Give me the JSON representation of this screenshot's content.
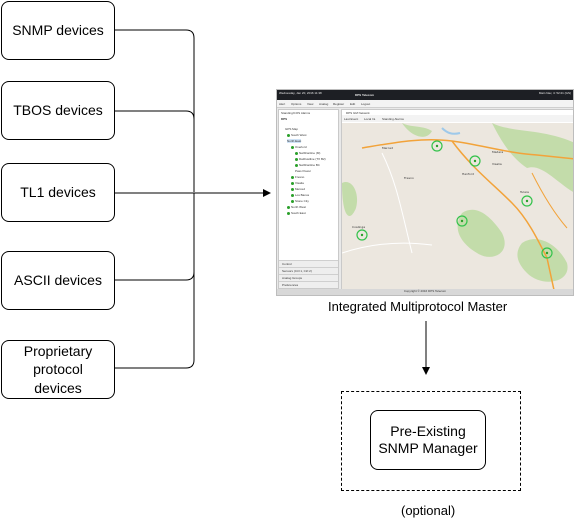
{
  "devices": [
    {
      "label": "SNMP devices"
    },
    {
      "label": "TBOS devices"
    },
    {
      "label": "TL1 devices"
    },
    {
      "label": "ASCII devices"
    },
    {
      "label": "Proprietary protocol devices"
    }
  ],
  "master": {
    "caption": "Integrated Multiprotocol Master",
    "screenshot": {
      "top_bar_left": "Wednesday, Jan 20, 2016 11:38",
      "top_bar_brand": "DPS Telecom",
      "top_bar_right": "Main Nav, 4: 52:21 (GS)",
      "menu": [
        "Alert",
        "Options",
        "View",
        "Analog",
        "Register",
        "Edit",
        "Logout"
      ],
      "tree_header": "Standing/COS Alarms",
      "tree_title": "DPS",
      "tree_items": [
        "GPS Map",
        "South West",
        "North East",
        "Overlord",
        "Nwilfcanline (M)",
        "DatDustline (TX B2)",
        "Nwilfcanline B4",
        "Pass Power",
        "Fresno",
        "Visalia",
        "Merced",
        "Los Banos",
        "Stone City",
        "North West",
        "South East"
      ],
      "accordions": [
        "Control",
        "Sensors (Ctrl 1, Ctrl 2)",
        "Analog Groups",
        "Preferences"
      ],
      "panel_title": "DPS GM Network",
      "tabs": [
        "Last Event",
        "Local Ini.",
        "Standing Alarms"
      ],
      "footer": "Copyright © 2016 DPS Telecom",
      "map_labels": [
        "Merced",
        "Madera",
        "Fresno",
        "Visalia",
        "Hanford",
        "Tulare",
        "Coalinga"
      ]
    }
  },
  "manager": {
    "label": "Pre-Existing SNMP Manager",
    "note": "(optional)"
  },
  "colors": {
    "stroke": "#000000",
    "map_green": "#c3dcaa",
    "map_road": "#f2a33a",
    "map_water": "#9ec9ea"
  }
}
